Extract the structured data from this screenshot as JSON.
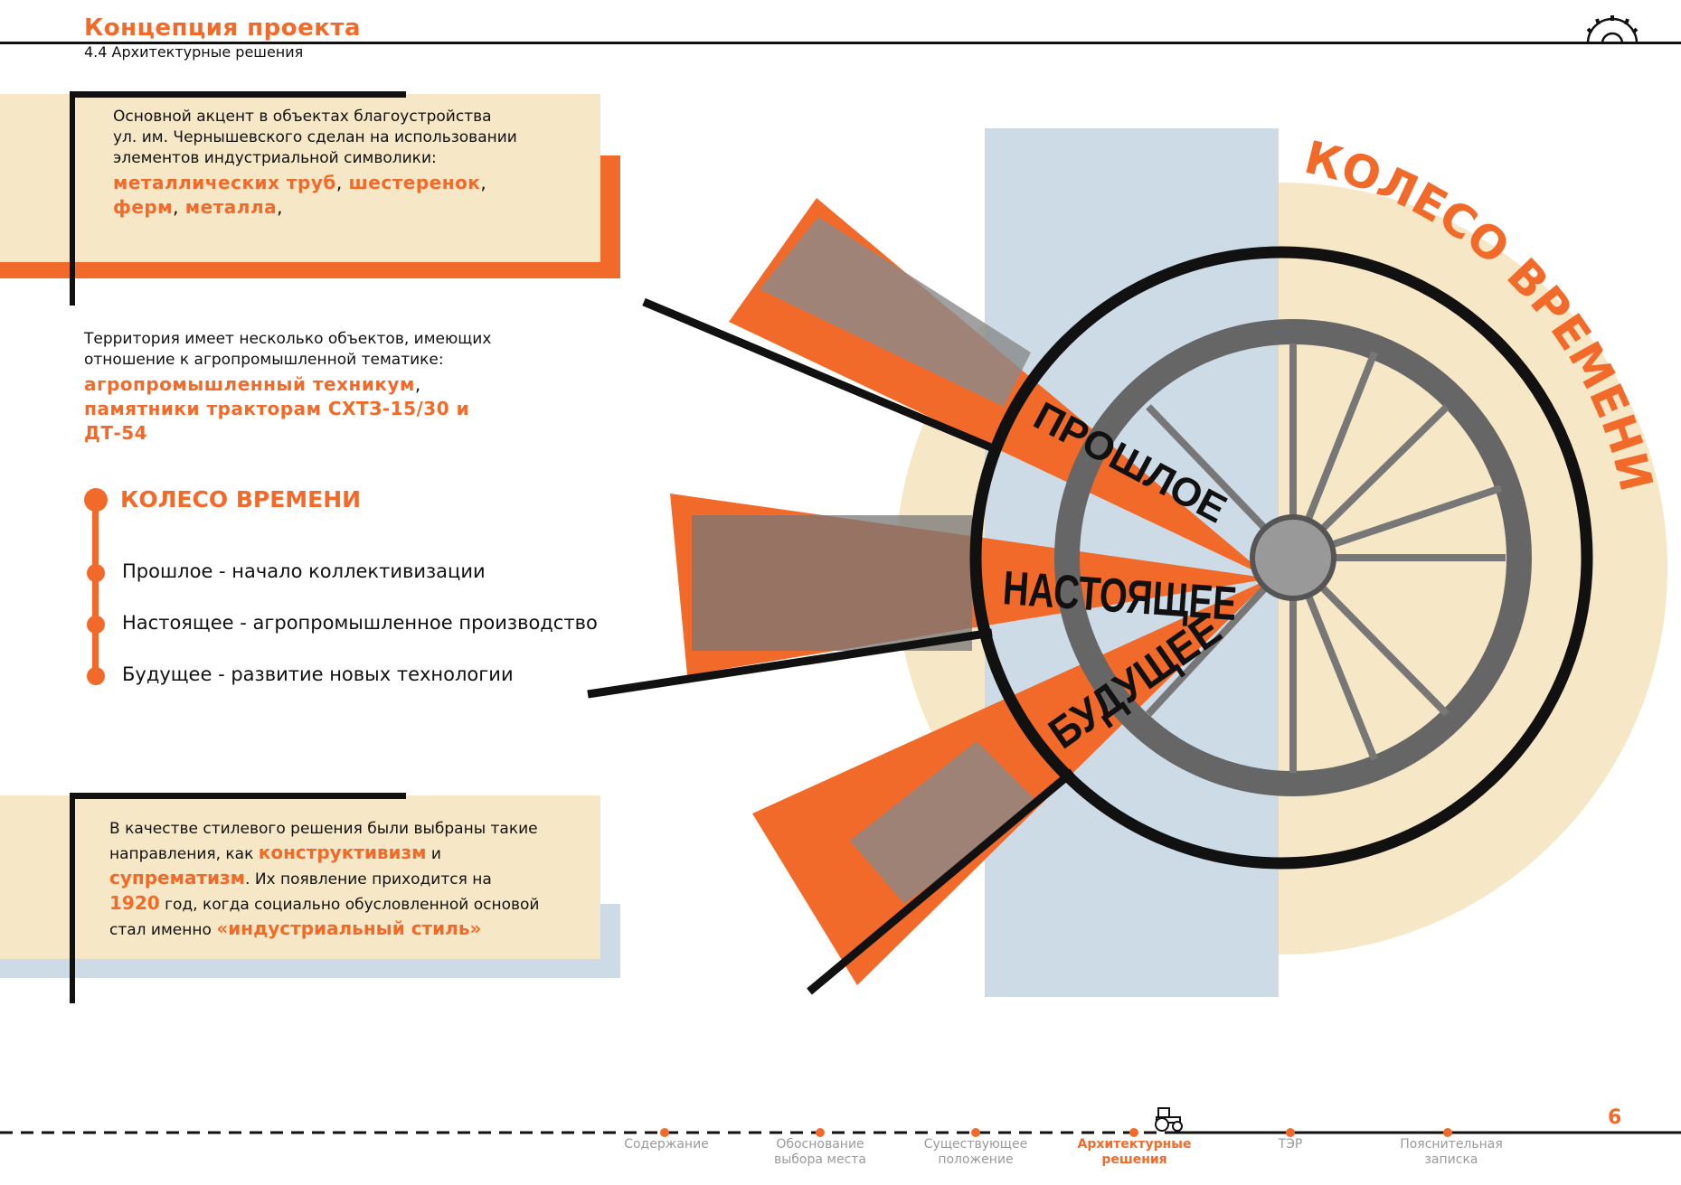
{
  "header": {
    "title": "Концепция проекта",
    "subtitle": "4.4 Архитектурные решения",
    "icon": "gear-icon"
  },
  "box1": {
    "line1": "Основной акцент в объектах благоустройства",
    "line2": "ул. им. Чернышевского сделан на использовании",
    "line3": "элементов индустриальной символики:",
    "h1": "металлических труб",
    "sep1": ", ",
    "h2": "шестеренок",
    "sep2": ",",
    "h3": "ферм",
    "sep3": ", ",
    "h4": "металла",
    "end": ","
  },
  "box2": {
    "line1": "Территория имеет несколько объектов, имеющих",
    "line2": "отношение к агропромышленной тематике:",
    "h1": "агропромышленный техникум",
    "sep": ",",
    "h2": "памятники тракторам СХТЗ-15/30 и",
    "h3": "ДТ-54"
  },
  "timeline": {
    "heading": "КОЛЕСО ВРЕМЕНИ",
    "items": [
      "Прошлое - начало коллективизации",
      "Настоящее - агропромышленное производство",
      "Будущее - развитие новых технологии"
    ]
  },
  "box3": {
    "t1": "В качестве стилевого решения были выбраны такие",
    "t2": "направления, как ",
    "h1": "конструктивизм",
    "t3": " и",
    "h2": "супрематизм",
    "t4": ". Их появление приходится на",
    "h3": "1920",
    "t5": " год, когда социально обусловленной основой",
    "t6": "стал именно ",
    "h4": "«индустриальный стиль»"
  },
  "graphic": {
    "arc_title": "КОЛЕСО ВРЕМЕНИ",
    "past": "ПРОШЛОЕ",
    "present": "НАСТОЯЩЕЕ",
    "future": "БУДУЩЕЕ"
  },
  "footer": {
    "nav": [
      "Содержание",
      "Обоснование выбора места",
      "Существующее положение",
      "Архитектурные решения",
      "ТЭР",
      "Пояснительная записка"
    ],
    "active_index": 3,
    "page": "6"
  },
  "colors": {
    "accent": "#f26a2a",
    "beige": "#f6e7c6",
    "blue": "#cddbe6"
  }
}
